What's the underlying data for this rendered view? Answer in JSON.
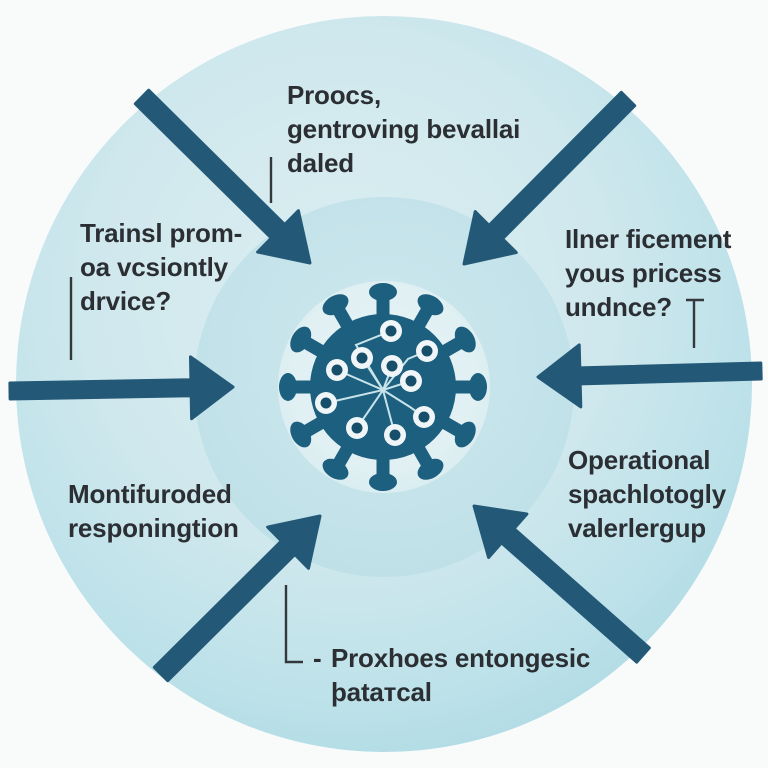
{
  "diagram_type": "radial-infographic",
  "center_icon": {
    "name": "virus-network-icon",
    "spike_count": 12,
    "node_count": 10
  },
  "labels": {
    "top": [
      "Proocs,",
      "gentroving bevallai",
      "daled"
    ],
    "upper_left": [
      "Trainsl prom-",
      "oa vcsiontly",
      "drvice?"
    ],
    "upper_right": [
      "Ilner ficement",
      "yous pricess",
      "undnce?"
    ],
    "lower_left": [
      "Montifuroded",
      "responingtion"
    ],
    "lower_right": [
      "Operational",
      "spachlotogly",
      "valerlergup"
    ],
    "bottom_dash": "-",
    "bottom": [
      "Proxhoes entongesic",
      "þataтcal"
    ]
  },
  "arrows": [
    "inward-arrow-from-top-left",
    "inward-arrow-from-top-right",
    "inward-arrow-from-left",
    "inward-arrow-from-right",
    "inward-arrow-from-bottom-left",
    "inward-arrow-from-bottom-right"
  ],
  "colors": {
    "background": "#f9fbfb",
    "outer_circle_edge": "#9ed2dd",
    "outer_circle_inner": "#d7ebf0",
    "middle_disk": "#c5e3ea",
    "inner_disk": "#e2f1f4",
    "arrow": "#235877",
    "virus_body": "#1d5f7e",
    "virus_node_ring": "#f0f6f8",
    "virus_node_dot": "#174f6b",
    "virus_connector": "#c8e4eb",
    "text": "#2b2f34",
    "callout_line": "#33383d"
  }
}
